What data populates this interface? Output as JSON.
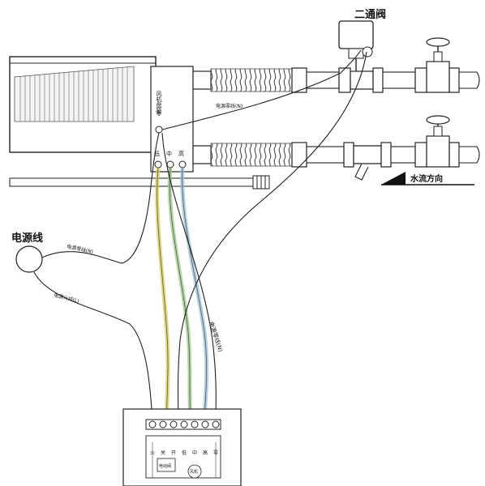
{
  "labels": {
    "two_way_valve": "二通阀",
    "fan_coil_title": "风机盘管",
    "neutral_terminal": "零",
    "speed_low": "低",
    "speed_mid": "中",
    "speed_high": "高",
    "power_line": "电源线",
    "neutral_wire_top": "电源零线(N)",
    "neutral_wire_left": "电源零线(N)",
    "live_wire_left": "电源火线(L)",
    "neutral_wire_center": "电源零线(N)",
    "flow_direction": "水流方向"
  },
  "thermostat": {
    "terminals": [
      "火",
      "关",
      "开",
      "低",
      "中",
      "高",
      "零"
    ],
    "valve_label": "电动阀",
    "fan_label": "风机"
  },
  "colors": {
    "line": "#222222",
    "wire_yellow": "#d8cf5a",
    "wire_green": "#9fca8a",
    "wire_blue": "#9cc3d8",
    "grey": "#bdbdbd"
  }
}
